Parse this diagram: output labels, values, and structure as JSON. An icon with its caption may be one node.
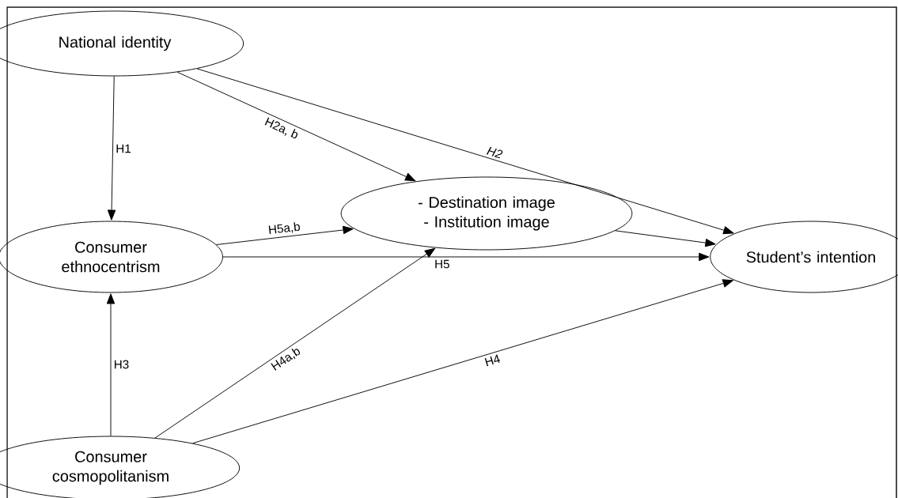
{
  "diagram": {
    "nodes": [
      {
        "text": [
          "National identity"
        ]
      },
      {
        "text": [
          "Consumer ethnocentrism"
        ]
      },
      {
        "text": [
          "- Destination image",
          "- Institution image"
        ]
      },
      {
        "text": [
          "Student’s intention"
        ]
      },
      {
        "text": [
          "Consumer cosmopolitanism"
        ]
      }
    ],
    "edges": [
      {
        "from": 0,
        "to": 1,
        "arrow": "to",
        "label": "H1"
      },
      {
        "from": 0,
        "to": 2,
        "arrow": "to",
        "label": "H2a, b"
      },
      {
        "from": 0,
        "to": 3,
        "arrow": "to",
        "label": "*H2*"
      },
      {
        "from": 1,
        "to": 2,
        "arrow": "to",
        "label": "H5a,b"
      },
      {
        "from": 1,
        "to": 3,
        "arrow": "to",
        "label": "H5"
      },
      {
        "from": 2,
        "to": 3,
        "arrow": "to"
      },
      {
        "from": 4,
        "to": 1,
        "arrow": "to",
        "label": "H3"
      },
      {
        "from": 4,
        "to": 2,
        "arrow": "to",
        "label": "H4a,b"
      },
      {
        "from": 4,
        "to": 3,
        "arrow": "to",
        "label": "H4"
      }
    ]
  }
}
